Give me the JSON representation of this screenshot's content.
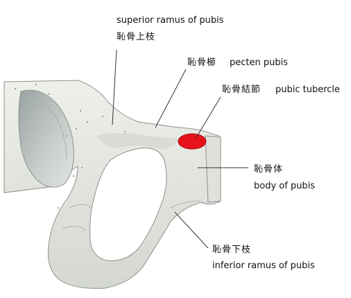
{
  "labels": {
    "superior_ramus_en": "superior ramus of pubis",
    "superior_ramus_jp": "恥骨上枝",
    "pecten_jp": "恥骨櫛",
    "pecten_en": "pecten pubis",
    "tubercle_jp": "恥骨結節",
    "tubercle_en": "pubic tubercle",
    "body_jp": "恥骨体",
    "body_en": "body of pubis",
    "inferior_ramus_jp": "恥骨下枝",
    "inferior_ramus_en": "inferior ramus of pubis"
  },
  "colors": {
    "bone_fill": "#e6e8e2",
    "bone_shadow": "#c6cbc4",
    "bone_outline": "#8b908a",
    "acetabulum": "#b4bbb9",
    "tubercle_highlight": "#e8121b",
    "leader_line": "#333333"
  }
}
